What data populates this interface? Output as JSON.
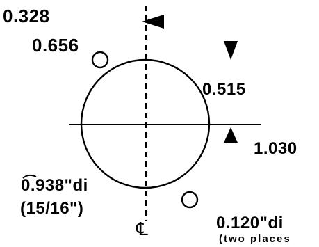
{
  "labels": {
    "top_dim": "0.328",
    "offset_dim": "0.656",
    "half_dim": "0.515",
    "full_dim": "1.030",
    "main_dia": "0.938\"di",
    "main_frac": "(15/16\")",
    "centerline": "℄",
    "hole_dia": "0.120\"di",
    "hole_note": "(two places"
  }
}
